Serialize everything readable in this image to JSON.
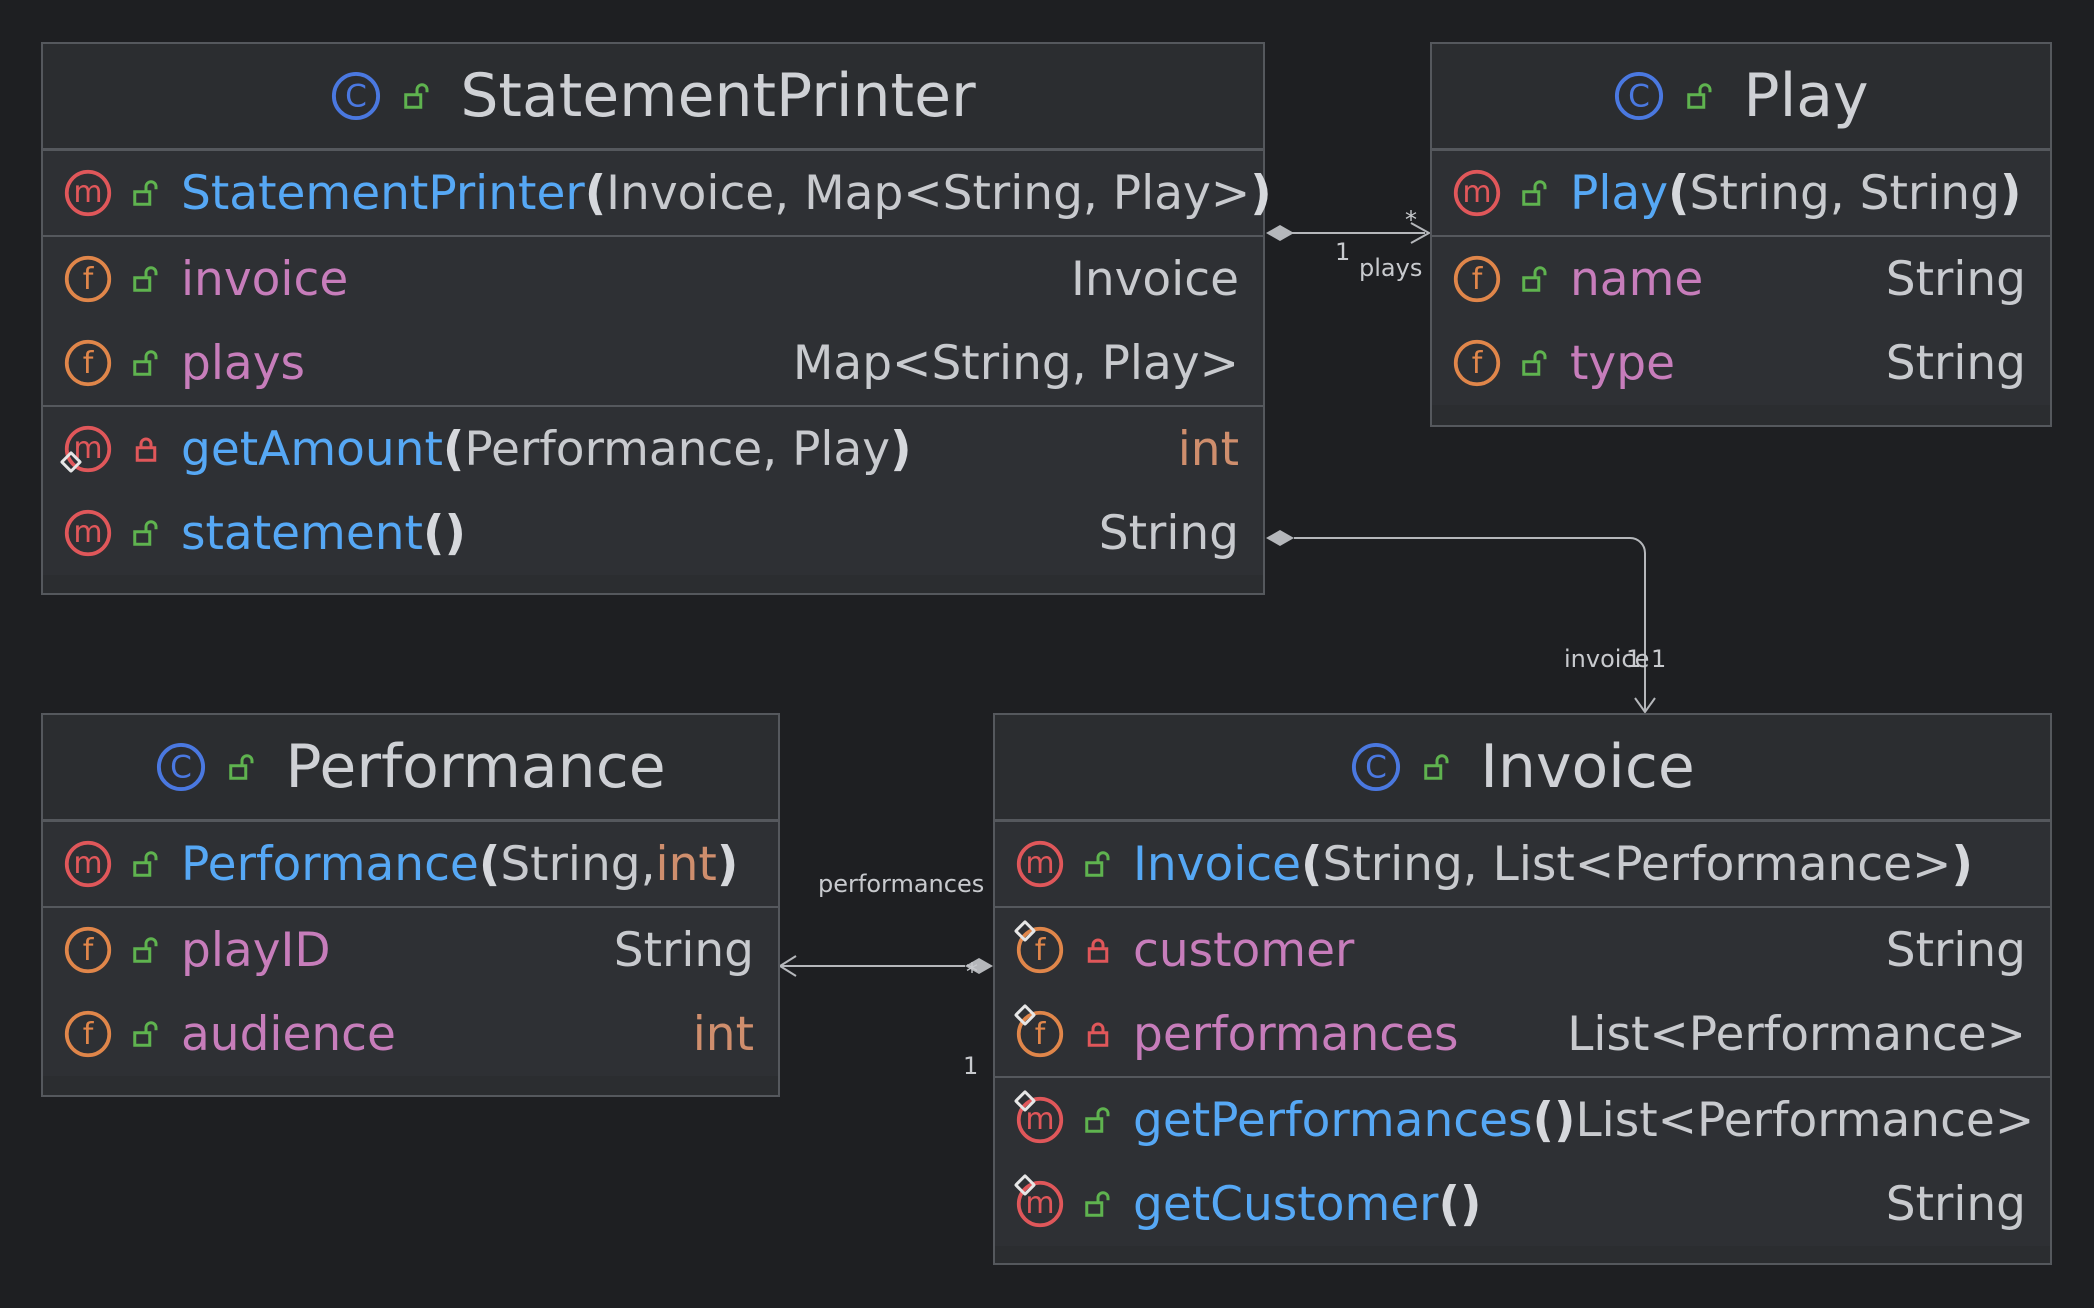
{
  "classes": {
    "statement_printer": {
      "name": "StatementPrinter",
      "constructor": {
        "name": "StatementPrinter",
        "params": "Invoice, Map<String, Play>"
      },
      "fields": [
        {
          "name": "invoice",
          "type": "Invoice"
        },
        {
          "name": "plays",
          "type": "Map<String, Play>"
        }
      ],
      "methods": [
        {
          "name": "getAmount",
          "params": "Performance, Play",
          "type": "int"
        },
        {
          "name": "statement",
          "params": "",
          "type": "String"
        }
      ]
    },
    "play": {
      "name": "Play",
      "constructor": {
        "name": "Play",
        "params": "String, String"
      },
      "fields": [
        {
          "name": "name",
          "type": "String"
        },
        {
          "name": "type",
          "type": "String"
        }
      ]
    },
    "performance": {
      "name": "Performance",
      "constructor": {
        "name": "Performance",
        "params_a": "String, ",
        "params_b": "int"
      },
      "fields": [
        {
          "name": "playID",
          "type": "String"
        },
        {
          "name": "audience",
          "type": "int"
        }
      ]
    },
    "invoice": {
      "name": "Invoice",
      "constructor": {
        "name": "Invoice",
        "params": "String, List<Performance>"
      },
      "fields": [
        {
          "name": "customer",
          "type": "String"
        },
        {
          "name": "performances",
          "type": "List<Performance>"
        }
      ],
      "methods": [
        {
          "name": "getPerformances",
          "params": "",
          "type": "List<Performance>"
        },
        {
          "name": "getCustomer",
          "params": "",
          "type": "String"
        }
      ]
    }
  },
  "relations": {
    "plays": {
      "label": "plays",
      "source_mult": "1",
      "target_mult": "*"
    },
    "invoice": {
      "label": "invoice",
      "source_mult": "1",
      "target_mult": "1"
    },
    "performances": {
      "label": "performances",
      "source_mult": "1",
      "target_mult": "*"
    }
  },
  "icons": {
    "class": "class-icon",
    "method": "method-icon",
    "field": "field-icon",
    "public": "unlocked-icon",
    "private": "locked-icon",
    "override": "override-icon"
  },
  "colors": {
    "class_icon": "#4a78e0",
    "method_icon": "#e0575a",
    "field_icon": "#e0864a",
    "public_lock": "#5fb34f",
    "private_lock": "#e0575a",
    "method_name": "#56a8f5",
    "field_name": "#c77dbb",
    "primitive_type": "#cf8e6d"
  }
}
